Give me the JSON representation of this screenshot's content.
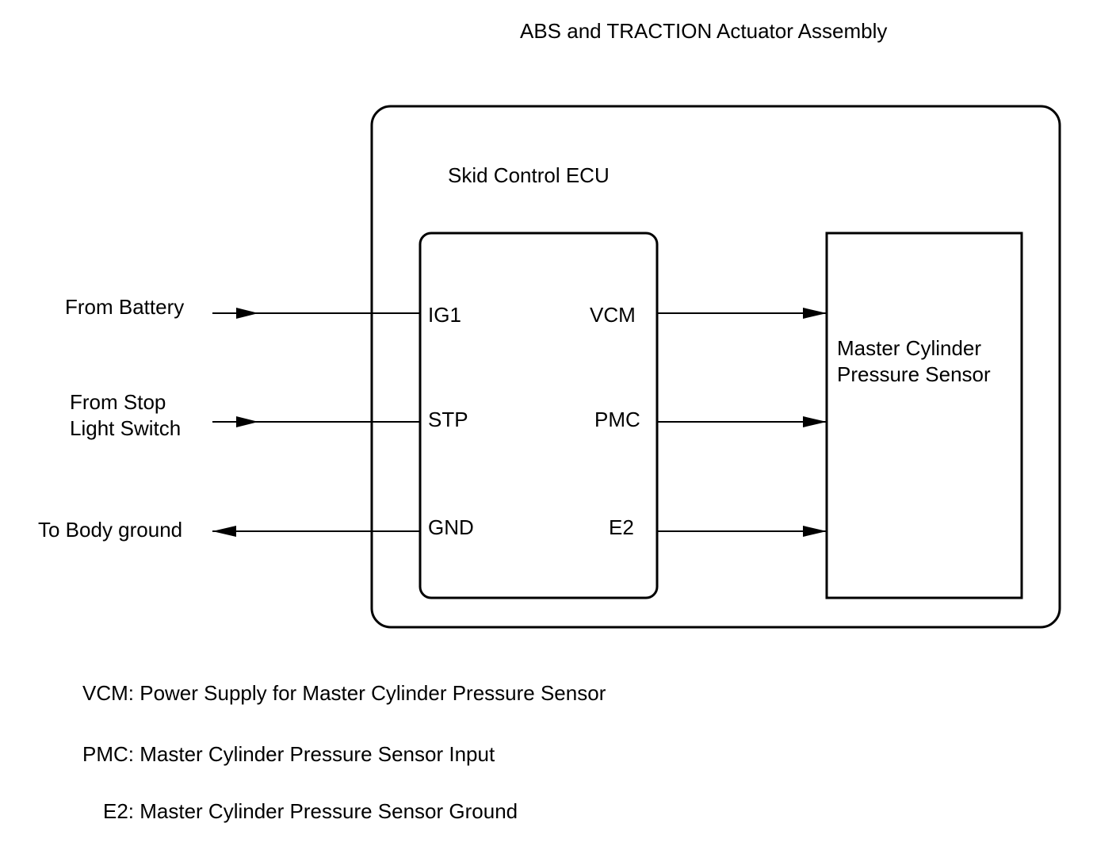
{
  "assembly_title": "ABS and TRACTION Actuator Assembly",
  "ecu_label": "Skid Control ECU",
  "sensor_label": [
    "Master Cylinder",
    "Pressure Sensor"
  ],
  "inputs": {
    "battery": "From Battery",
    "stop_light": [
      "From Stop",
      "Light Switch"
    ],
    "body_ground": "To Body ground"
  },
  "ecu_pins": {
    "ig1": "IG1",
    "stp": "STP",
    "gnd": "GND",
    "vcm": "VCM",
    "pmc": "PMC",
    "e2": "E2"
  },
  "legend": [
    "VCM: Power Supply for Master Cylinder Pressure Sensor",
    "PMC: Master Cylinder Pressure Sensor Input",
    "E2: Master Cylinder Pressure Sensor Ground"
  ]
}
